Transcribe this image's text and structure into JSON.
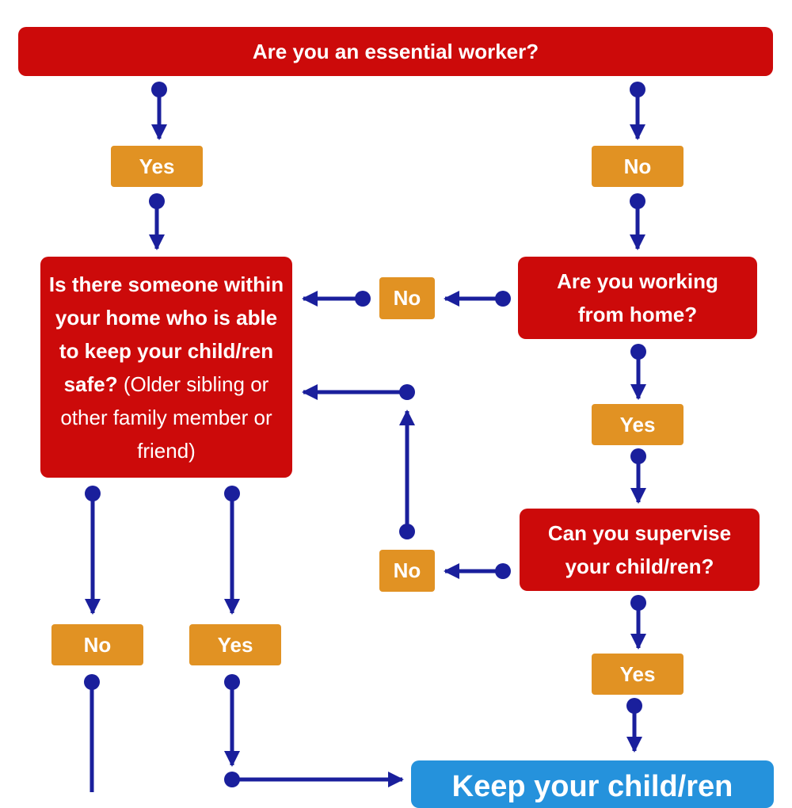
{
  "title": "Are you an essential worker?",
  "answers": {
    "essential_yes": "Yes",
    "essential_no": "No",
    "wfh_no": "No",
    "wfh_yes": "Yes",
    "supervise_no": "No",
    "supervise_yes": "Yes",
    "someone_no": "No",
    "someone_yes": "Yes"
  },
  "questions": {
    "someone_home": {
      "bold": "Is there someone within your home who is able to keep your child/ren safe?",
      "normal": "(Older sibling or other family member or friend)"
    },
    "working_from_home": "Are you working from home?",
    "supervise": "Can you supervise your child/ren?"
  },
  "outcome": "Keep your child/ren",
  "colors": {
    "question": "#cc0a0a",
    "answer": "#e19223",
    "outcome": "#2592dc",
    "connector": "#1a1f9c"
  }
}
